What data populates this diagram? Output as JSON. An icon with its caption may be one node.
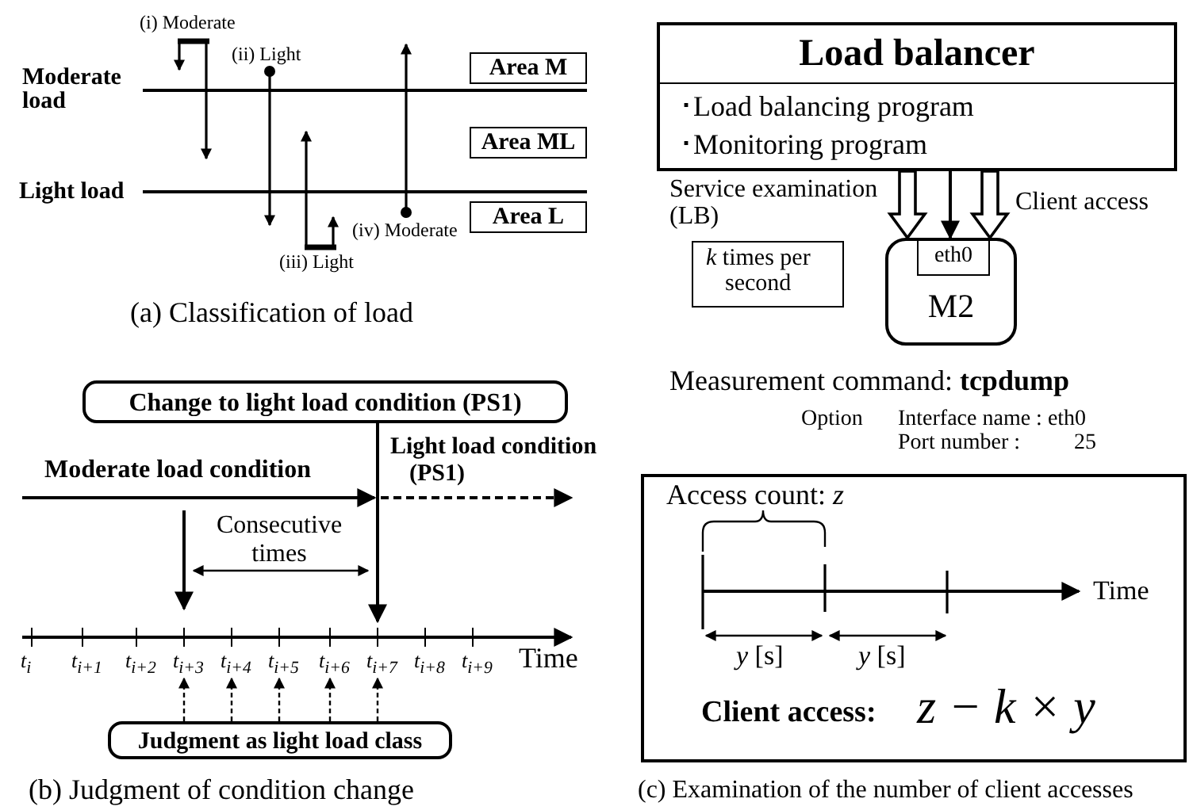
{
  "diagram": {
    "nodes": [
      {
        "text": [
          "Area M"
        ]
      },
      {
        "text": [
          "Area ML"
        ]
      },
      {
        "text": [
          "Area L"
        ]
      },
      {
        "text": [
          "Change to light load condition (PS1)"
        ]
      },
      {
        "text": [
          "Judgment as light load class"
        ]
      },
      {
        "text": [
          "Load balancer",
          "･Load balancing program",
          "･Monitoring program"
        ]
      },
      {
        "text": [
          "*k* times per second"
        ]
      },
      {
        "text": [
          "M2"
        ]
      },
      {
        "text": [
          "eth0"
        ],
        "in": 7
      },
      {
        "text": [
          "Access count: *z*",
          "Client access:",
          "z − k × y"
        ]
      },
      {
        "text": [
          "t$_{i}$"
        ]
      },
      {
        "text": [
          "t$_{i+1}$"
        ]
      },
      {
        "text": [
          "t$_{i+2}$"
        ]
      },
      {
        "text": [
          "t$_{i+3}$"
        ]
      },
      {
        "text": [
          "t$_{i+4}$"
        ]
      },
      {
        "text": [
          "t$_{i+5}$"
        ]
      },
      {
        "text": [
          "t$_{i+6}$"
        ]
      },
      {
        "text": [
          "t$_{i+7}$"
        ]
      },
      {
        "text": [
          "t$_{i+8}$"
        ]
      },
      {
        "text": [
          "t$_{i+9}$"
        ]
      }
    ],
    "edges": [
      {
        "from": 5,
        "to": 7,
        "arrow": "to",
        "style": "thick",
        "label": "Service examination (LB)"
      },
      {
        "from": 5,
        "to": 7,
        "arrow": "to"
      },
      {
        "from": 5,
        "to": 7,
        "arrow": "to",
        "style": "thick",
        "label": "Client access"
      },
      {
        "from": 3,
        "to": 17,
        "arrow": "to"
      },
      {
        "from": 4,
        "to": 13,
        "arrow": "to",
        "style": "dashed"
      },
      {
        "from": 4,
        "to": 14,
        "arrow": "to",
        "style": "dashed"
      },
      {
        "from": 4,
        "to": 15,
        "arrow": "to",
        "style": "dashed"
      },
      {
        "from": 4,
        "to": 16,
        "arrow": "to",
        "style": "dashed"
      },
      {
        "from": 4,
        "to": 17,
        "arrow": "to",
        "style": "dashed"
      }
    ],
    "labels": [
      "(i) Moderate",
      "(ii) Light",
      "Moderate load",
      "Light load",
      "(iv) Moderate",
      "(iii) Light",
      "(a) Classification of load",
      "Moderate load condition",
      "Light load condition (PS1)",
      "Consecutive times",
      "Time",
      "(b) Judgment of condition change",
      "Measurement command: **tcpdump**",
      "Option",
      "Interface name : eth0",
      "Port number :",
      "25",
      "Time",
      "*y* [s]",
      "*y* [s]",
      "(c) Examination of the number of client accesses"
    ]
  }
}
